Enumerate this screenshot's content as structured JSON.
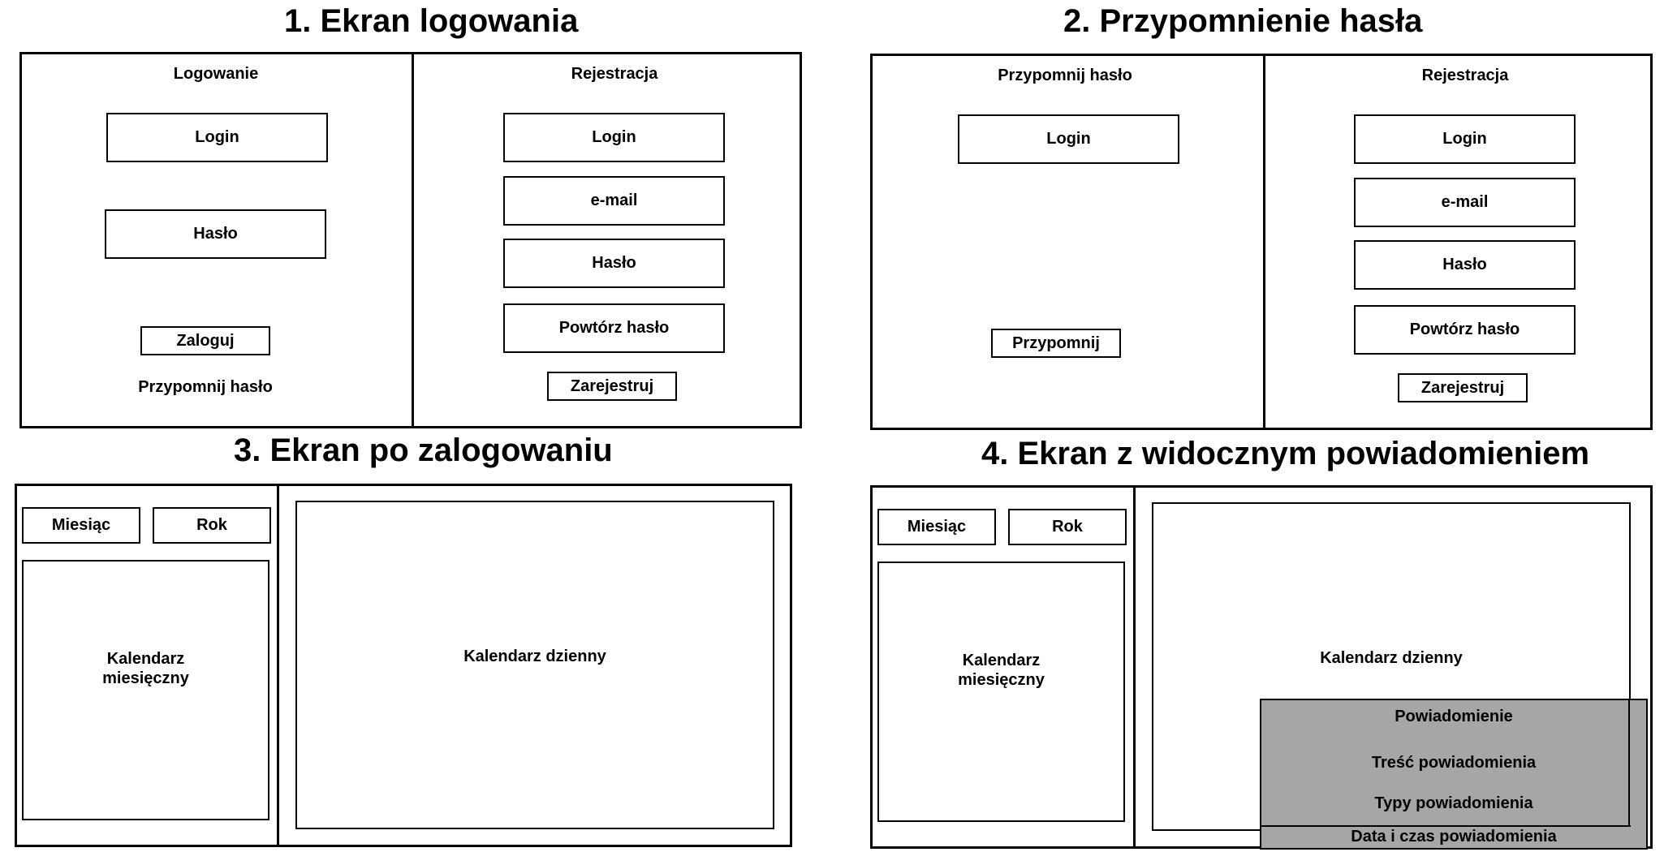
{
  "screens": {
    "login": {
      "title": "1. Ekran logowania",
      "login_panel": {
        "heading": "Logowanie",
        "login_field": "Login",
        "password_field": "Hasło",
        "login_button": "Zaloguj",
        "remind_link": "Przypomnij hasło"
      },
      "register_panel": {
        "heading": "Rejestracja",
        "login_field": "Login",
        "email_field": "e-mail",
        "password_field": "Hasło",
        "repeat_password_field": "Powtórz hasło",
        "register_button": "Zarejestruj"
      }
    },
    "remind": {
      "title": "2. Przypomnienie hasła",
      "remind_panel": {
        "heading": "Przypomnij hasło",
        "login_field": "Login",
        "remind_button": "Przypomnij"
      },
      "register_panel": {
        "heading": "Rejestracja",
        "login_field": "Login",
        "email_field": "e-mail",
        "password_field": "Hasło",
        "repeat_password_field": "Powtórz hasło",
        "register_button": "Zarejestruj"
      }
    },
    "logged_in": {
      "title": "3. Ekran po zalogowaniu",
      "month_select": "Miesiąc",
      "year_select": "Rok",
      "monthly_calendar_line1": "Kalendarz",
      "monthly_calendar_line2": "miesięczny",
      "daily_calendar": "Kalendarz dzienny"
    },
    "notification": {
      "title": "4. Ekran z widocznym powiadomieniem",
      "month_select": "Miesiąc",
      "year_select": "Rok",
      "monthly_calendar_line1": "Kalendarz",
      "monthly_calendar_line2": "miesięczny",
      "daily_calendar": "Kalendarz dzienny",
      "popup": {
        "heading": "Powiadomienie",
        "content": "Treść powiadomienia",
        "types": "Typy powiadomienia",
        "datetime": "Data i czas powiadomienia"
      }
    }
  }
}
